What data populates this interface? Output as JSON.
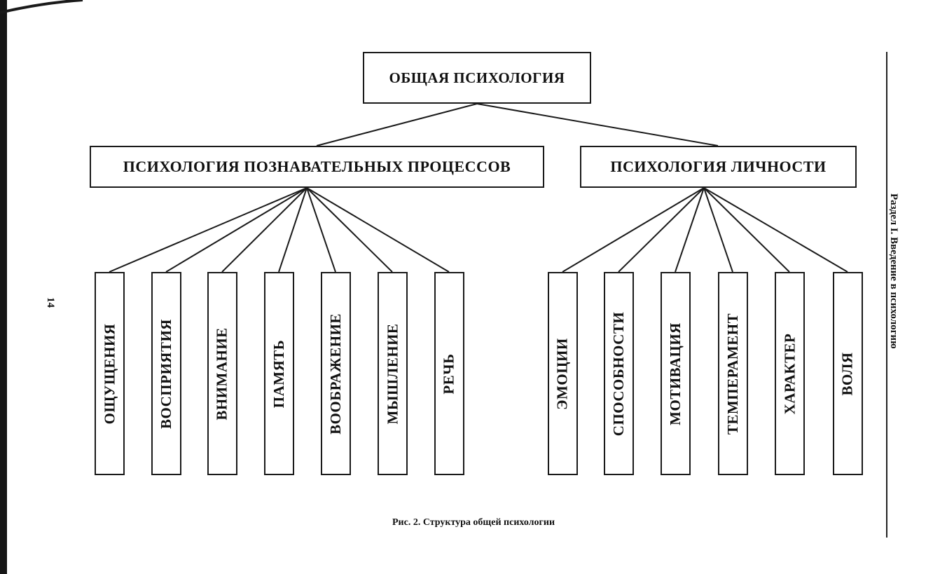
{
  "diagram": {
    "root": {
      "label": "ОБЩАЯ ПСИХОЛОГИЯ"
    },
    "branches": [
      {
        "label": "ПСИХОЛОГИЯ ПОЗНАВАТЕЛЬНЫХ ПРОЦЕССОВ",
        "children": [
          "ОЩУЩЕНИЯ",
          "ВОСПРИЯТИЯ",
          "ВНИМАНИЕ",
          "ПАМЯТЬ",
          "ВООБРАЖЕНИЕ",
          "МЫШЛЕНИЕ",
          "РЕЧЬ"
        ]
      },
      {
        "label": "ПСИХОЛОГИЯ ЛИЧНОСТИ",
        "children": [
          "ЭМОЦИИ",
          "СПОСОБНОСТИ",
          "МОТИВАЦИЯ",
          "ТЕМПЕРАМЕНТ",
          "ХАРАКТЕР",
          "ВОЛЯ"
        ]
      }
    ]
  },
  "caption": "Рис. 2. Структура общей психологии",
  "page_number": "14",
  "running_head": "Раздел I. Введение в психологию"
}
